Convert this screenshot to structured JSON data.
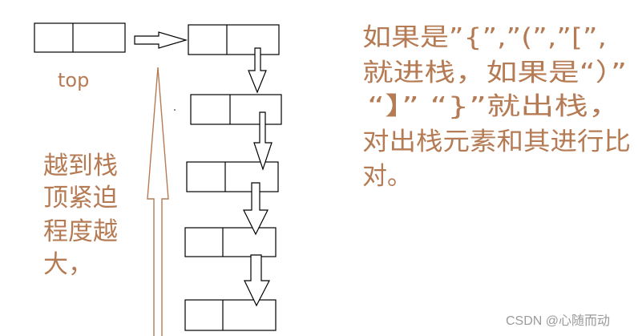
{
  "top_label": "top",
  "left_note": [
    "越到栈",
    "顶紧迫",
    "程度越",
    "大，"
  ],
  "right_note": [
    "如果是”{”,”(”,”[”,",
    "就进栈，如果是“）”",
    "“】” “}”就出栈，",
    "对出栈元素和其进行比",
    "对。"
  ],
  "watermark": "CSDN @心随而动",
  "colors": {
    "note_text": "#b57b54",
    "stroke": "#000000",
    "watermark": "#9a9a9a"
  }
}
